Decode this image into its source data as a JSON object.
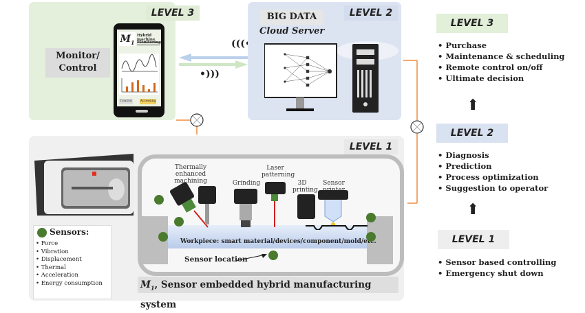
{
  "level3_panel": {
    "level_label": "LEVEL 3",
    "role_label": "Monitor/\nControl",
    "tablet": {
      "title_symbol": "M",
      "title_subscript": "1",
      "subtitle_line1": "Hybrid machine",
      "subtitle_line2": "Monitoring",
      "button_control": "Control",
      "button_accessing": "Accessing"
    }
  },
  "level2_panel": {
    "level_label": "LEVEL 2",
    "big_data_label": "BIG DATA",
    "cloud_label": "Cloud Server"
  },
  "level1_panel": {
    "level_label": "LEVEL 1",
    "processes": [
      "Thermally enhanced machining",
      "Grinding",
      "Laser patterning",
      "3D printing",
      "Sensor printer"
    ],
    "workpiece_label": "Workpiece: smart material/devices/component/mold/etc.",
    "sensor_location_label": "Sensor location",
    "sensors": {
      "title": "Sensors:",
      "items": [
        "Force",
        "Vibration",
        "Displacement",
        "Thermal",
        "Acceleration",
        "Energy consumption"
      ]
    },
    "caption_symbol": "M",
    "caption_subscript": "1",
    "caption_text": ", Sensor embedded hybrid manufacturing system"
  },
  "right_column": {
    "level3": {
      "label": "LEVEL 3",
      "items": [
        "Purchase",
        "Maintenance & scheduling",
        "Remote control on/off",
        "Ultimate decision"
      ]
    },
    "level2": {
      "label": "LEVEL 2",
      "items": [
        "Diagnosis",
        "Prediction",
        "Process optimization",
        "Suggestion to operator"
      ]
    },
    "level1": {
      "label": "LEVEL 1",
      "items": [
        "Sensor based controlling",
        "Emergency shut down"
      ]
    }
  },
  "colors": {
    "level3_bg": "#e4f0dc",
    "level2_bg": "#dce4f2",
    "level1_bg": "#f0f0f0",
    "connector": "#f08c3c",
    "sensor_dot": "#4a7a2e",
    "chart_bars": "#d2691e"
  }
}
